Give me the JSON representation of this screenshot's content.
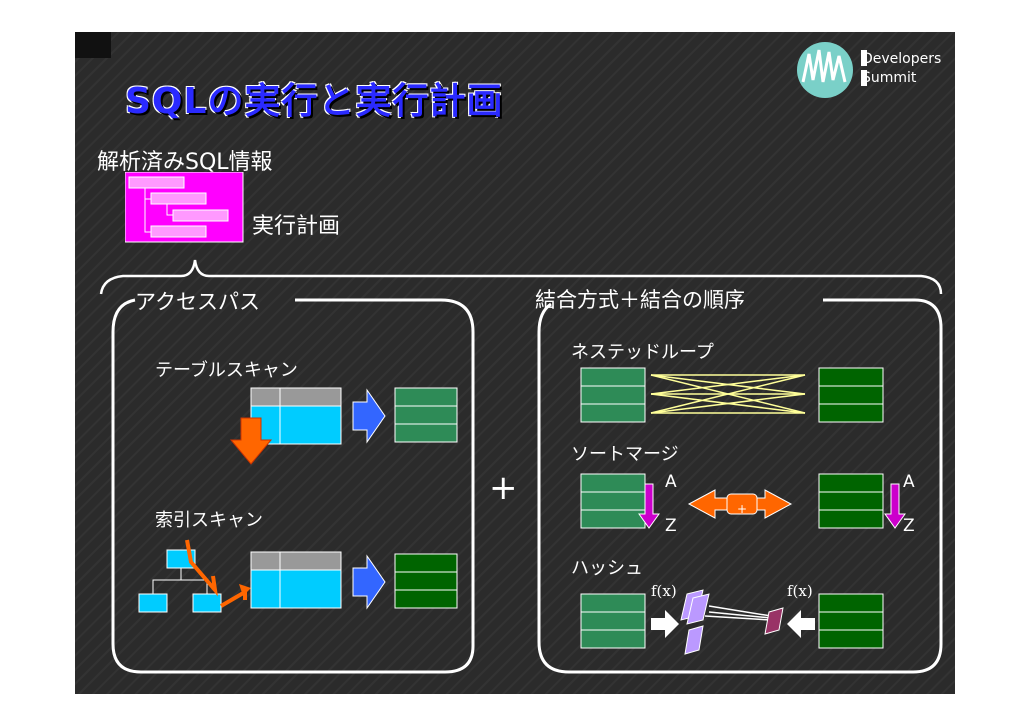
{
  "title": "SQLの実行と実行計画",
  "info_label": "解析済みSQL情報",
  "plan_label": "実行計画",
  "access_path": {
    "title": "アクセスパス",
    "table_scan": "テーブルスキャン",
    "index_scan": "索引スキャン"
  },
  "join": {
    "title": "結合方式＋結合の順序",
    "nested_loop": "ネステッドループ",
    "sort_merge": "ソートマージ",
    "hash": "ハッシュ",
    "plus_symbol": "+",
    "sort_start": "A",
    "sort_end": "Z",
    "hash_func": "f(x)"
  },
  "center_plus": "+",
  "logo": {
    "line1": "Developers",
    "line2": "Summit"
  },
  "colors": {
    "background": "#2b2b2b",
    "title": "#2a2aff",
    "plan_box": "#ff00ff",
    "table_header": "#999999",
    "table_body": "#00ccff",
    "row_result": "#2e8b57",
    "row_dark": "#006400",
    "arrow_blue": "#3366ff",
    "arrow_orange": "#ff6600",
    "arrow_magenta": "#cc00cc",
    "hash_light": "#bb99ff",
    "hash_dark": "#993366"
  }
}
